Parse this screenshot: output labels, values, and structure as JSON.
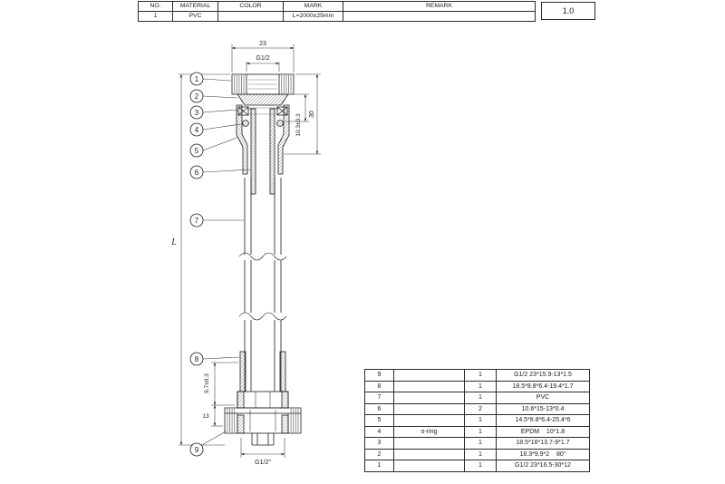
{
  "version_box": "1.0",
  "spec_table": {
    "headers": [
      "NO.",
      "MATERIAL",
      "COLOR",
      "MARK",
      "REMARK"
    ],
    "row": {
      "no": "1",
      "material": "PVC",
      "color": "",
      "mark": "L=2000±25mm",
      "remark": ""
    }
  },
  "drawing": {
    "dim_width_top": "23",
    "thread_top": "G1/2",
    "dim_30": "30",
    "dim_10_3": "10.3±0.3",
    "dim_length": "L",
    "dim_9_7": "9.7±0.3",
    "dim_13": "13",
    "thread_bottom": "G1/2\"",
    "callouts": [
      "1",
      "2",
      "3",
      "4",
      "5",
      "6",
      "7",
      "8",
      "9"
    ]
  },
  "parts_table": {
    "rows": [
      {
        "no": "9",
        "name": "",
        "qty": "1",
        "spec": "G1/2 23*15.9-13*1.5"
      },
      {
        "no": "8",
        "name": "",
        "qty": "1",
        "spec": "18.5*8.8*6.4-19.4*1.7"
      },
      {
        "no": "7",
        "name": "",
        "qty": "1",
        "spec": "PVC"
      },
      {
        "no": "6",
        "name": "",
        "qty": "2",
        "spec": "10.6*15-13*0.4"
      },
      {
        "no": "5",
        "name": "",
        "qty": "1",
        "spec": "14.5*8.8*6.4-25.4*6"
      },
      {
        "no": "4",
        "name": "o-ring",
        "qty": "1",
        "spec": "EPDM    10*1.8"
      },
      {
        "no": "3",
        "name": "",
        "qty": "1",
        "spec": "18.5*16*13.7-9*1.7"
      },
      {
        "no": "2",
        "name": "",
        "qty": "1",
        "spec": "18.3*9.9*2    80°"
      },
      {
        "no": "1",
        "name": "",
        "qty": "1",
        "spec": "G1/2 23*16.5-30*12"
      }
    ]
  }
}
